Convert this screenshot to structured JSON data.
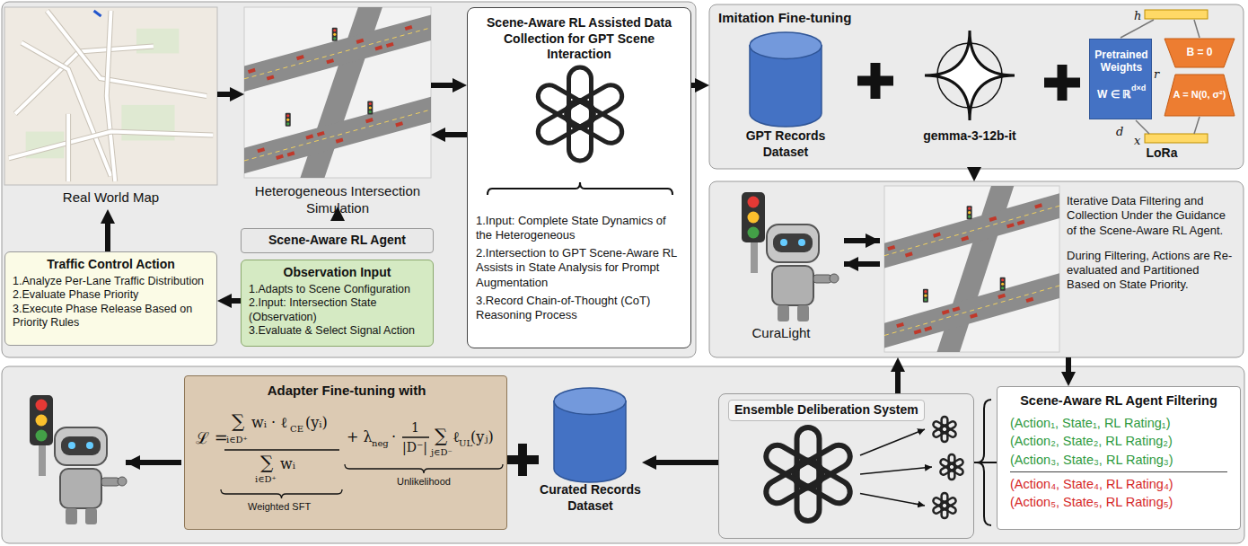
{
  "diagram": {
    "nodes": [
      {
        "text": [
          "Real World Map"
        ]
      },
      {
        "text": [
          "Heterogeneous Intersection Simulation"
        ]
      },
      {
        "text": [
          "Scene-Aware RL Assisted Data Collection for GPT Scene Interaction",
          "1.Input: Complete State Dynamics of the Heterogeneous",
          "2.Intersection to GPT Scene-Aware RL Assists in State Analysis for Prompt Augmentation",
          "3.Record Chain-of-Thought (CoT) Reasoning Process"
        ]
      },
      {
        "text": [
          "Scene-Aware RL Agent"
        ]
      },
      {
        "text": [
          "Observation Input",
          "1.Adapts to Scene Configuration",
          "2.Input: Intersection State (Observation)",
          "3.Evaluate & Select Signal Action"
        ]
      },
      {
        "text": [
          "Traffic Control Action",
          "1.Analyze Per-Lane Traffic Distribution",
          "2.Evaluate Phase Priority",
          "3.Execute Phase Release Based on Priority Rules"
        ]
      },
      {
        "text": [
          "Imitation Fine-tuning"
        ]
      },
      {
        "text": [
          "GPT Records Dataset"
        ],
        "in": 6
      },
      {
        "text": [
          "gemma-3-12b-it"
        ],
        "in": 6
      },
      {
        "text": [
          "LoRa"
        ],
        "in": 6
      },
      {
        "text": [
          "Pretrained Weights",
          "W ∈ ℝ",
          "d×d"
        ],
        "in": 9
      },
      {
        "text": [
          "B = 0"
        ],
        "in": 9
      },
      {
        "text": [
          "A = N(0, σ²)"
        ],
        "in": 9
      },
      {
        "text": [
          "Iterative Data Filtering and Collection Under the Guidance of the Scene-Aware RL Agent.",
          "During Filtering, Actions are Re-evaluated and Partitioned Based on State Priority."
        ]
      },
      {
        "text": [
          "CuraLight"
        ],
        "in": 13
      },
      {
        "text": [
          "Adapter Fine-tuning with",
          "ℒ =",
          "∑",
          "i∈D⁺",
          "wᵢ · ℓ",
          "CE",
          "(yᵢ)",
          "∑",
          "i∈D⁺",
          "wᵢ",
          "+ λ",
          "neg",
          "·",
          "1",
          "|D⁻|",
          "∑",
          "j∈D⁻",
          "ℓ",
          "UL",
          "(yⱼ)",
          "Weighted SFT",
          "Unlikelihood"
        ]
      },
      {
        "text": [
          "Curated Records Dataset"
        ]
      },
      {
        "text": [
          "Ensemble Deliberation System"
        ]
      },
      {
        "text": [
          "Scene-Aware RL Agent Filtering",
          "(Action₁, State₁, RL Rating₁)",
          "(Action₂, State₂, RL Rating₂)",
          "(Action₃, State₃, RL Rating₃)",
          "(Action₄, State₄, RL Rating₄)",
          "(Action₅, State₅, RL Rating₅)"
        ]
      }
    ],
    "edges": [
      {
        "from": 0,
        "to": 1,
        "arrow": "to"
      },
      {
        "from": 1,
        "to": 2,
        "arrow": "to"
      },
      {
        "from": 2,
        "to": 1,
        "arrow": "to"
      },
      {
        "from": 1,
        "to": 3,
        "arrow": "to"
      },
      {
        "from": 4,
        "to": 5,
        "arrow": "to"
      },
      {
        "from": 5,
        "to": 0,
        "arrow": "to"
      },
      {
        "from": 2,
        "to": 6,
        "arrow": "to"
      },
      {
        "from": 6,
        "to": 13,
        "arrow": "to"
      },
      {
        "from": 13,
        "to": 18,
        "arrow": "to"
      },
      {
        "from": 18,
        "to": 17,
        "arrow": "none"
      },
      {
        "from": 17,
        "to": 13,
        "arrow": "to"
      },
      {
        "from": 17,
        "to": 16,
        "arrow": "to"
      }
    ],
    "labels": [
      "h",
      "x",
      "d",
      "r"
    ]
  }
}
